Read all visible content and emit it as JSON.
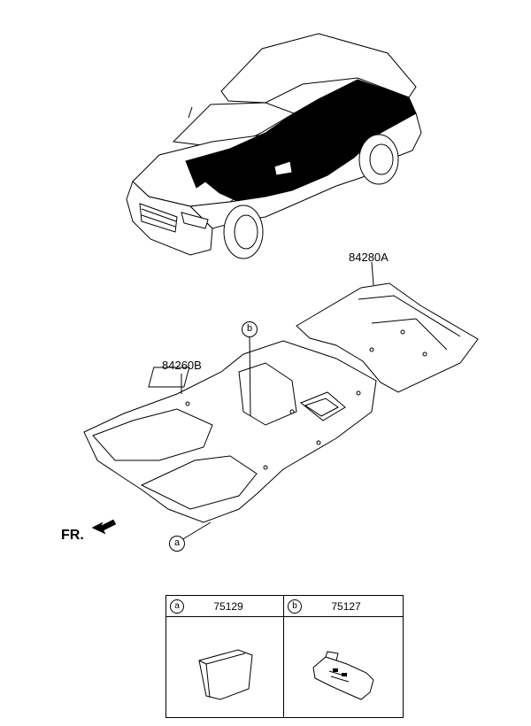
{
  "parts": {
    "front_carpet": "84260B",
    "rear_carpet": "84280A"
  },
  "callouts": {
    "a": "a",
    "b": "b"
  },
  "direction": {
    "front_label": "FR."
  },
  "legend": [
    {
      "ref": "a",
      "part_no": "75129"
    },
    {
      "ref": "b",
      "part_no": "75127"
    }
  ]
}
